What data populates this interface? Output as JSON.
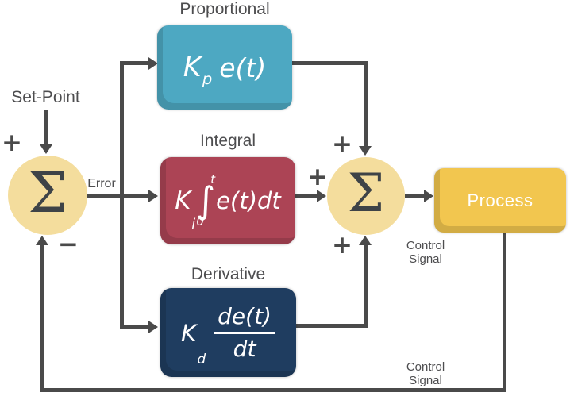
{
  "labels": {
    "set_point": "Set-Point",
    "error": "Error",
    "control_signal_line1": "Control",
    "control_signal_line2": "Signal"
  },
  "summators": {
    "left": {
      "symbol": "Σ",
      "sign_top": "+",
      "sign_bottom": "−"
    },
    "right": {
      "symbol": "Σ",
      "sign_top": "+",
      "sign_left": "+",
      "sign_bottom": "+"
    }
  },
  "blocks": {
    "proportional": {
      "title": "Proportional",
      "formula": {
        "coeff": "K",
        "sub": "p",
        "expr": "e(t)"
      }
    },
    "integral": {
      "title": "Integral",
      "formula": {
        "coeff": "K",
        "sub": "i",
        "int_sign": "∫",
        "upper_limit": "t",
        "lower_limit": "0",
        "expr": "e(t)dt"
      }
    },
    "derivative": {
      "title": "Derivative",
      "formula": {
        "coeff": "K",
        "sub": "d",
        "numerator": "de(t)",
        "denominator": "dt"
      }
    }
  },
  "process": {
    "label": "Process"
  },
  "colors": {
    "proportional_block": "#4da8c2",
    "integral_block": "#ac4455",
    "derivative_block": "#1f3d60",
    "process_block": "#f2c64f",
    "summator_circle": "#f4dd9d",
    "line_and_text": "#4a4a4a",
    "formula_text": "#ffffff"
  }
}
